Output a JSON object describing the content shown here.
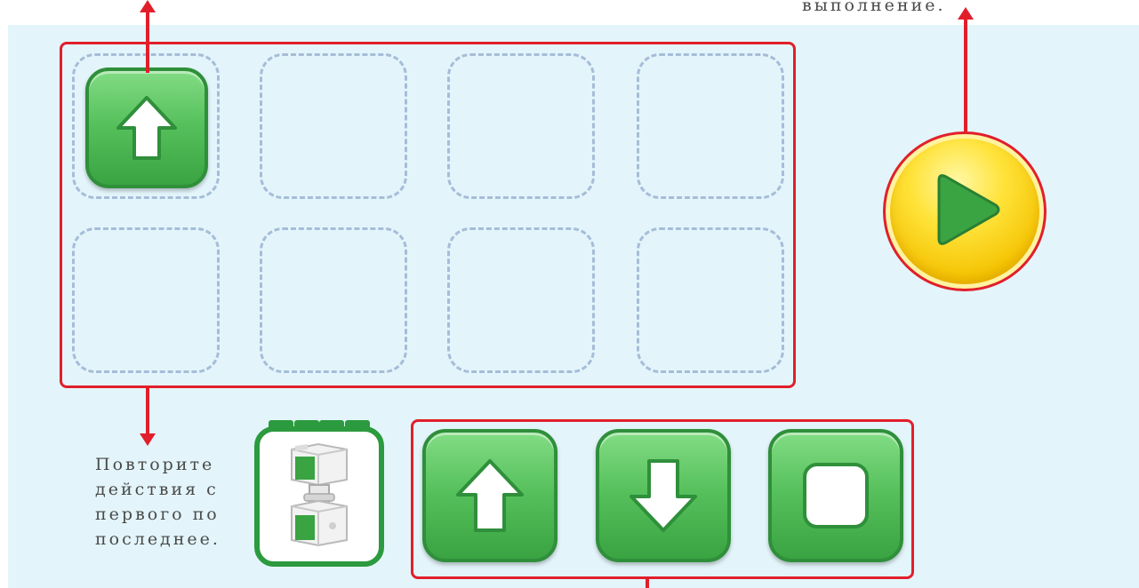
{
  "captions": {
    "top_right": "выполнение.",
    "bottom_left": [
      "Повторите",
      "действия с",
      "первого по",
      "последнее."
    ]
  },
  "program_grid": {
    "rows": 2,
    "columns": 4,
    "slots": [
      "up-arrow",
      "",
      "",
      "",
      "",
      "",
      "",
      ""
    ]
  },
  "palette": {
    "blocks": [
      "up-arrow",
      "down-arrow",
      "stop-square"
    ]
  },
  "block_card": {
    "icon": "robot-block-icon"
  },
  "run_button": {
    "icon": "play-icon"
  },
  "colors": {
    "background": "#e3f5fb",
    "highlight_red": "#e11f2b",
    "block_green": "#4cb553",
    "slot_dash": "#a6bdd8",
    "run_yellow": "#ffe33a",
    "play_green": "#3aa342"
  }
}
